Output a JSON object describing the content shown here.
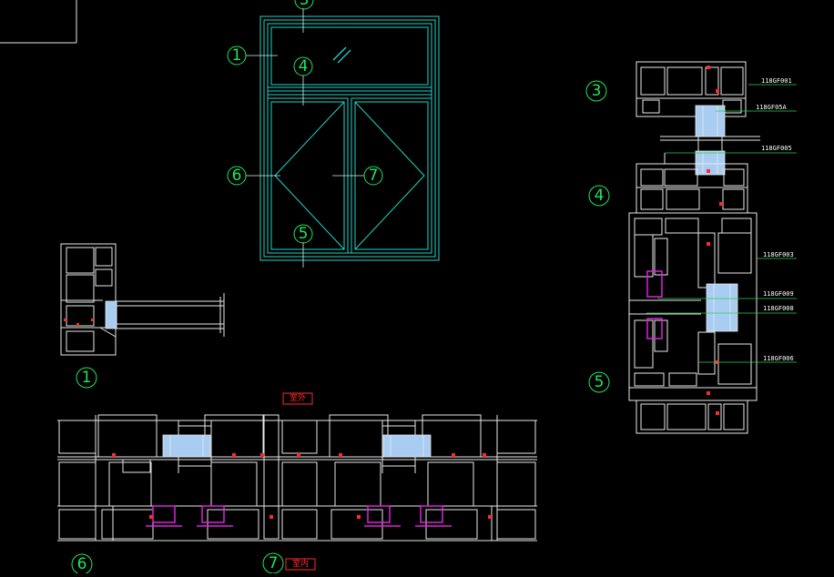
{
  "drawing": {
    "bubbles": {
      "b1": "1",
      "b3": "3",
      "b4": "4",
      "b5": "5",
      "b6": "6",
      "b7": "7"
    },
    "labels": {
      "outside": "室外",
      "inside": "室内"
    },
    "part_codes": [
      "118GF001",
      "118GF05A",
      "118GF005",
      "118GF003",
      "118GF009",
      "118GF008",
      "118GF006"
    ]
  },
  "colors": {
    "background": "#000000",
    "frame_cyan": "#1fd6c8",
    "bubble_green": "#1fe65a",
    "profile_white": "#e8e8e8",
    "glass_blue": "#a9cdf2",
    "seal_magenta": "#e020e0",
    "hardware_red": "#ff2a2a",
    "leader_green": "#2ad04a"
  }
}
